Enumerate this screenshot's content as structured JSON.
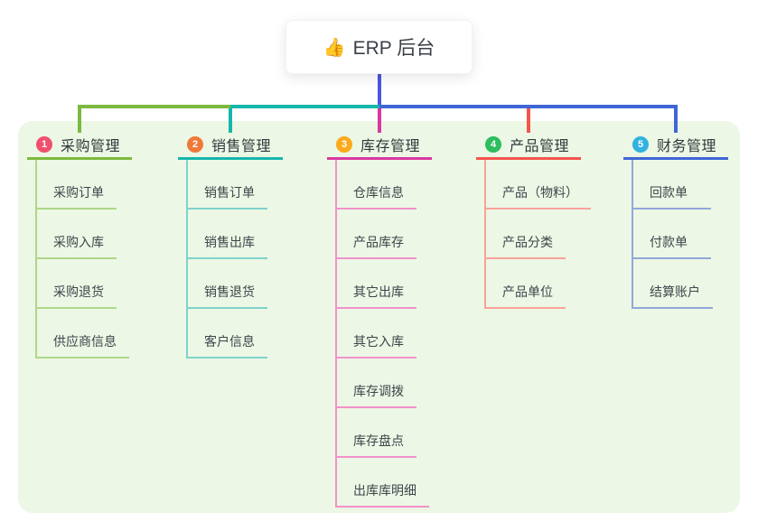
{
  "root": {
    "emoji": "👍",
    "emoji_icon": "thumbs-up-icon",
    "label": "ERP 后台"
  },
  "colors": {
    "panel_bg": "#ecf7e5",
    "root_line": "#4c56e0",
    "right_line": "#3f66d6"
  },
  "branches": [
    {
      "num": "1",
      "title": "采购管理",
      "badge_color": "#f0506e",
      "line_color": "#7cb93f",
      "child_line_color": "#aed789",
      "children": [
        "采购订单",
        "采购入库",
        "采购退货",
        "供应商信息"
      ]
    },
    {
      "num": "2",
      "title": "销售管理",
      "badge_color": "#f0793a",
      "line_color": "#16b6ac",
      "child_line_color": "#7fd3cb",
      "children": [
        "销售订单",
        "销售出库",
        "销售退货",
        "客户信息"
      ]
    },
    {
      "num": "3",
      "title": "库存管理",
      "badge_color": "#fbaa1c",
      "line_color": "#d8399f",
      "child_line_color": "#f291cb",
      "children": [
        "仓库信息",
        "产品库存",
        "其它出库",
        "其它入库",
        "库存调拨",
        "库存盘点",
        "出库库明细"
      ]
    },
    {
      "num": "4",
      "title": "产品管理",
      "badge_color": "#2ebd5f",
      "line_color": "#f4544c",
      "child_line_color": "#f9a29b",
      "children": [
        "产品（物料）",
        "产品分类",
        "产品单位"
      ]
    },
    {
      "num": "5",
      "title": "财务管理",
      "badge_color": "#31b2df",
      "line_color": "#3f66d6",
      "child_line_color": "#93a7da",
      "children": [
        "回款单",
        "付款单",
        "结算账户"
      ]
    }
  ]
}
